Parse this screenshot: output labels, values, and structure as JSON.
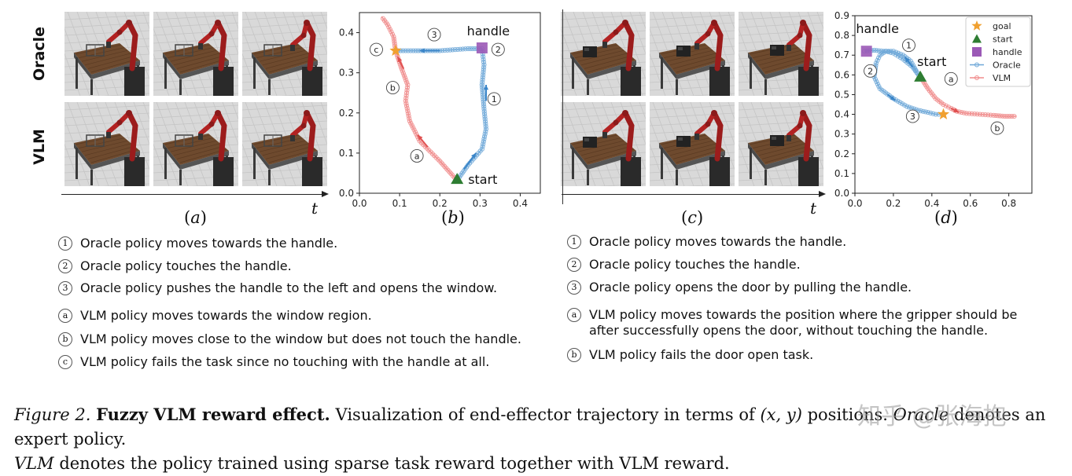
{
  "panel_left": {
    "rows": [
      "Oracle",
      "VLM"
    ],
    "time_axis": "t",
    "label": "a"
  },
  "panel_right": {
    "time_axis": "t",
    "label": "c"
  },
  "chart_data": [
    {
      "type": "line",
      "label": "b",
      "xlim": [
        0.0,
        0.45
      ],
      "ylim": [
        0.0,
        0.45
      ],
      "xticks": [
        "0.0",
        "0.1",
        "0.2",
        "0.3",
        "0.4"
      ],
      "yticks": [
        "0.0",
        "0.1",
        "0.2",
        "0.3",
        "0.4"
      ],
      "annotations": {
        "handle": "handle",
        "start": "start"
      },
      "series": [
        {
          "name": "Oracle",
          "color": "#6fa8d8",
          "x": [
            0.245,
            0.27,
            0.305,
            0.315,
            0.31,
            0.305,
            0.31,
            0.305,
            0.27,
            0.2,
            0.14,
            0.09
          ],
          "y": [
            0.035,
            0.07,
            0.11,
            0.16,
            0.21,
            0.27,
            0.32,
            0.36,
            0.36,
            0.355,
            0.355,
            0.355
          ]
        },
        {
          "name": "VLM",
          "color": "#f08c8c",
          "x": [
            0.24,
            0.2,
            0.15,
            0.125,
            0.115,
            0.12,
            0.105,
            0.09,
            0.085,
            0.07,
            0.055
          ],
          "y": [
            0.035,
            0.08,
            0.13,
            0.18,
            0.23,
            0.27,
            0.31,
            0.355,
            0.39,
            0.42,
            0.44
          ]
        }
      ],
      "points": {
        "goal": {
          "x": 0.09,
          "y": 0.355
        },
        "start": {
          "x": 0.243,
          "y": 0.035
        },
        "handle": {
          "x": 0.305,
          "y": 0.362
        }
      },
      "markers": {
        "m1": {
          "x": 0.335,
          "y": 0.235,
          "text": "1"
        },
        "m2": {
          "x": 0.345,
          "y": 0.358,
          "text": "2"
        },
        "m3": {
          "x": 0.186,
          "y": 0.395,
          "text": "3"
        },
        "ma": {
          "x": 0.143,
          "y": 0.093,
          "text": "a"
        },
        "mb": {
          "x": 0.083,
          "y": 0.263,
          "text": "b"
        },
        "mc": {
          "x": 0.042,
          "y": 0.358,
          "text": "c"
        }
      }
    },
    {
      "type": "line",
      "label": "d",
      "xlim": [
        0.0,
        0.92
      ],
      "ylim": [
        0.0,
        0.9
      ],
      "xticks": [
        "0.0",
        "0.2",
        "0.4",
        "0.6",
        "0.8"
      ],
      "yticks": [
        "0.0",
        "0.1",
        "0.2",
        "0.3",
        "0.4",
        "0.5",
        "0.6",
        "0.7",
        "0.8",
        "0.9"
      ],
      "annotations": {
        "handle": "handle",
        "start": "start"
      },
      "legend": [
        "goal",
        "start",
        "handle",
        "Oracle",
        "VLM"
      ],
      "legend_position": "top-right",
      "series": [
        {
          "name": "Oracle",
          "color": "#6fa8d8",
          "x": [
            0.05,
            0.1,
            0.15,
            0.2,
            0.25,
            0.29,
            0.33,
            0.3,
            0.25,
            0.2,
            0.16,
            0.13,
            0.11,
            0.1,
            0.13,
            0.2,
            0.27,
            0.33,
            0.38,
            0.42,
            0.45
          ],
          "y": [
            0.72,
            0.725,
            0.72,
            0.72,
            0.7,
            0.67,
            0.6,
            0.64,
            0.68,
            0.71,
            0.72,
            0.7,
            0.66,
            0.59,
            0.53,
            0.48,
            0.44,
            0.42,
            0.41,
            0.4,
            0.4
          ]
        },
        {
          "name": "VLM",
          "color": "#f08c8c",
          "x": [
            0.34,
            0.38,
            0.42,
            0.46,
            0.5,
            0.53,
            0.58,
            0.65,
            0.72,
            0.78,
            0.84
          ],
          "y": [
            0.59,
            0.53,
            0.48,
            0.45,
            0.43,
            0.415,
            0.405,
            0.4,
            0.395,
            0.39,
            0.39
          ]
        }
      ],
      "points": {
        "goal": {
          "x": 0.46,
          "y": 0.4
        },
        "start": {
          "x": 0.34,
          "y": 0.59
        },
        "handle": {
          "x": 0.06,
          "y": 0.72
        }
      },
      "markers": {
        "m1": {
          "x": 0.28,
          "y": 0.75,
          "text": "1"
        },
        "m2": {
          "x": 0.08,
          "y": 0.62,
          "text": "2"
        },
        "m3": {
          "x": 0.3,
          "y": 0.39,
          "text": "3"
        },
        "ma": {
          "x": 0.5,
          "y": 0.58,
          "text": "a"
        },
        "mb": {
          "x": 0.74,
          "y": 0.33,
          "text": "b"
        }
      }
    }
  ],
  "legend_left": [
    {
      "marker": "1",
      "text": "Oracle policy moves towards the handle."
    },
    {
      "marker": "2",
      "text": "Oracle policy touches the handle."
    },
    {
      "marker": "3",
      "text": "Oracle policy pushes the handle to the left and opens the window."
    },
    {
      "marker": "a",
      "text": "VLM policy moves towards the window region."
    },
    {
      "marker": "b",
      "text": "VLM policy moves close to the window but does not touch the handle."
    },
    {
      "marker": "c",
      "text": "VLM policy fails the task since no touching with the handle at all."
    }
  ],
  "legend_right": [
    {
      "marker": "1",
      "text": "Oracle policy moves towards the handle."
    },
    {
      "marker": "2",
      "text": "Oracle policy touches the handle."
    },
    {
      "marker": "3",
      "text": "Oracle policy opens the door by pulling the handle."
    },
    {
      "marker": "a",
      "text": "VLM policy moves towards the position where the gripper should be after successfully opens the door, without touching the handle."
    },
    {
      "marker": "b",
      "text": "VLM policy fails the door open task."
    }
  ],
  "caption": {
    "figure": "Figure 2.",
    "title": "Fuzzy VLM reward effect.",
    "text_1": "Visualization of end-effector trajectory in terms of",
    "math": "(x, y)",
    "text_2": "positions.",
    "oracle": "Oracle",
    "text_3": "denotes an expert policy.",
    "vlm": "VLM",
    "text_4": "denotes the policy trained using sparse task reward together with VLM reward."
  },
  "watermark": "知乎 @张海抱"
}
